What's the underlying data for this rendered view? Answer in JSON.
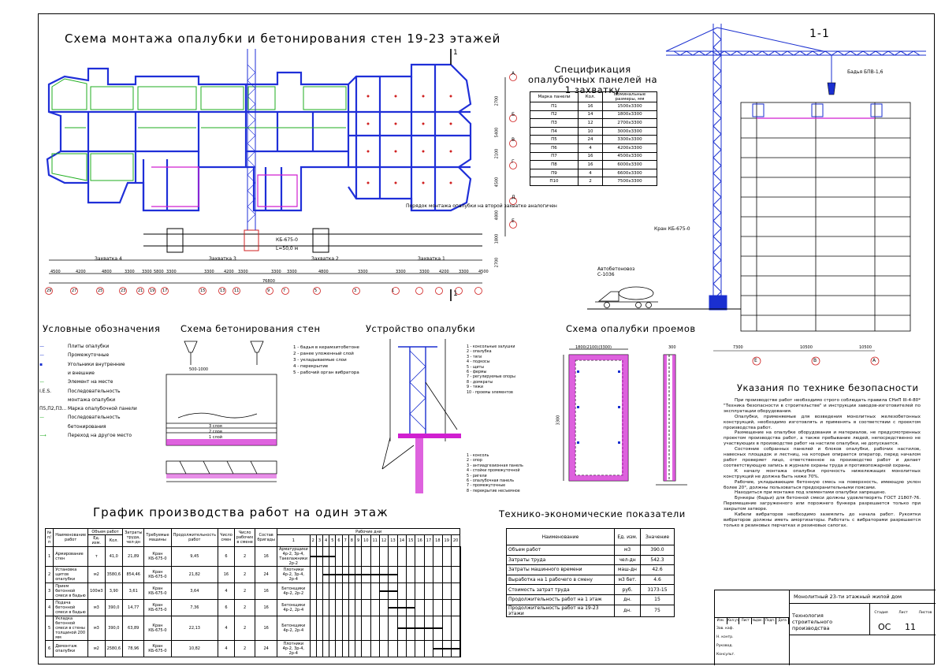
{
  "titles": {
    "main": "Схема монтажа опалубки и бетонирования стен 19-23 этажей",
    "section": "1-1",
    "spec": "Спецификация опалубочных панелей на 1 захватку",
    "legend": "Условные обозначения",
    "concreting": "Схема бетонирования стен",
    "formwork_device": "Устройство опалубки",
    "openings": "Схема опалубки проемов",
    "schedule": "График производства работ на один этаж",
    "tep": "Технико-экономические показатели",
    "safety": "Указания по технике безопасности"
  },
  "plan": {
    "section_mark": "1",
    "crane_label": "КБ-675-0",
    "crane_radius": "L=50,0 м",
    "order_note": "Порядок монтажа опалубки на второй захватке аналогичен",
    "zones": [
      "Захватка 4",
      "Захватка 3",
      "Захватка 2",
      "Захватка 1"
    ],
    "dims": [
      "4500",
      "4200",
      "4800",
      "3300",
      "3300",
      "5800",
      "3300",
      "3300",
      "4200",
      "3300",
      "3300",
      "3300",
      "4800",
      "3300",
      "3300",
      "3300",
      "4200",
      "3300",
      "4500"
    ],
    "total_dim": "76800",
    "axes_bottom": [
      "29",
      "27",
      "25",
      "23",
      "21",
      "19",
      "17",
      "15",
      "13",
      "11",
      "9",
      "7",
      "5",
      "3",
      "1"
    ],
    "axes_right": [
      "А",
      "Б",
      "В",
      "Г",
      "Д",
      "Е"
    ],
    "dims_right": [
      "2700",
      "5400",
      "2100",
      "4500",
      "4800",
      "1800",
      "2700"
    ]
  },
  "spec": {
    "headers": [
      "Марка панели",
      "Кол.",
      "Номинальные размеры, мм"
    ],
    "rows": [
      [
        "П1",
        "16",
        "1500х3300"
      ],
      [
        "П2",
        "14",
        "1800х3300"
      ],
      [
        "П3",
        "12",
        "2700х3300"
      ],
      [
        "П4",
        "10",
        "3000х3300"
      ],
      [
        "П5",
        "24",
        "3300х3300"
      ],
      [
        "П6",
        "4",
        "4200х3300"
      ],
      [
        "П7",
        "16",
        "4500х3300"
      ],
      [
        "П8",
        "16",
        "6000х3300"
      ],
      [
        "П9",
        "4",
        "6600х3300"
      ],
      [
        "П10",
        "2",
        "7500х3300"
      ]
    ]
  },
  "section_view": {
    "bucket": "Бадья БПВ-1,6",
    "crane": "Кран КБ-675-0",
    "mixer": "Автобетоновоз С-1036",
    "dims": [
      "7300",
      "10500",
      "10500"
    ],
    "axes": [
      "Е",
      "В",
      "А"
    ]
  },
  "legend": {
    "items": [
      {
        "sym": "—",
        "text": "Плиты опалубки"
      },
      {
        "sym": "—",
        "text": "Промежуточные"
      },
      {
        "sym": "▪",
        "text": "Угольники внутренние"
      },
      {
        "sym": "",
        "text": "и внешние"
      },
      {
        "sym": "—",
        "text": "Элемент на месте"
      },
      {
        "sym": "I.E.S.",
        "text": "Последовательность"
      },
      {
        "sym": "",
        "text": "монтажа опалубки"
      },
      {
        "sym": "П5,П2,П3...",
        "text": "Марка опалубочной панели"
      },
      {
        "sym": "—",
        "text": "Последовательность"
      },
      {
        "sym": "",
        "text": "бетонирования"
      },
      {
        "sym": "⟶",
        "text": "Переход на другое место"
      }
    ]
  },
  "concreting": {
    "notes": [
      "1 - бадья в керамзитобетоне",
      "2 - ранее уложенный слой",
      "3 - укладываемые слои",
      "4 - перекрытие",
      "5 - рабочий орган вибратора"
    ],
    "layers": [
      "3 слоя",
      "2 слоя",
      "1 слой"
    ],
    "dim": "500-1000"
  },
  "formwork": {
    "top_notes": [
      "1 - консольные залушки",
      "2 - опалубка",
      "3 - тяги",
      "4 - подкосы",
      "5 - щиты",
      "6 - фермы",
      "7 - регулируемые опоры",
      "8 - домкраты",
      "9 - тяжи",
      "10 - проемы элементов"
    ],
    "bottom_notes": [
      "1 - консоль",
      "2 - опор",
      "3 - антиадгезионная панель",
      "4 - стойки промежуточной",
      "5 - ригели",
      "6 - опалубочная панель",
      "7 - промежуточные",
      "8 - перекрытие несъемное"
    ]
  },
  "openings": {
    "dim_top": "1800(2100)(3300)",
    "dim_side": "3300",
    "dim_right": "300"
  },
  "tep": {
    "headers": [
      "Наименование",
      "Ед. изм.",
      "Значение"
    ],
    "rows": [
      [
        "Объем работ",
        "м3",
        "390.0"
      ],
      [
        "Затраты труда",
        "чел-дн",
        "542.3"
      ],
      [
        "Затраты машинного времени",
        "маш-дн",
        "42.6"
      ],
      [
        "Выработка на 1 рабочего в смену",
        "м3 бет.",
        "4.6"
      ],
      [
        "Стоимость затрат труда",
        "руб.",
        "3173-15"
      ],
      [
        "Продолжительность работ на 1 этаж",
        "дн.",
        "15"
      ],
      [
        "Продолжительность работ на 19-23 этажи",
        "дн.",
        "75"
      ]
    ]
  },
  "schedule": {
    "headers": [
      "№ п/п",
      "Наименование работ",
      "Объем работ",
      "Затраты труда, чел-дн",
      "Требуемые машины",
      "Продолжительность работ",
      "Число смен",
      "Число рабочих в смене",
      "Состав бригады",
      "Рабочие дни"
    ],
    "subheaders": [
      "Ед. изм.",
      "Кол."
    ],
    "days": [
      "1",
      "2",
      "3",
      "4",
      "5",
      "6",
      "7",
      "8",
      "9",
      "10",
      "11",
      "12",
      "13",
      "14",
      "15",
      "16",
      "17",
      "18",
      "19",
      "20"
    ],
    "rows": [
      [
        "1",
        "Армирование стен",
        "т",
        "41,0",
        "21,89",
        "Кран КБ-675-0",
        "9,45",
        "6",
        "2",
        "16",
        "Арматурщики 4р-2, 3р-4, Такелажники 2р-2"
      ],
      [
        "2",
        "Установка щитов опалубки",
        "м2",
        "3580,6",
        "854,46",
        "Кран КБ-675-0",
        "21,82",
        "16",
        "2",
        "24",
        "Плотники 4р-2, 3р-4, 2р-4"
      ],
      [
        "3",
        "Прием бетонной смеси в бадью",
        "100м3",
        "3,90",
        "3,61",
        "Кран КБ-675-0",
        "3,64",
        "4",
        "2",
        "16",
        "Бетонщики 4р-2, 2р-2"
      ],
      [
        "4",
        "Подача бетонной смеси в бадью",
        "м3",
        "390,0",
        "14,77",
        "Кран КБ-675-0",
        "7,36",
        "6",
        "2",
        "16",
        "Бетонщики 4р-2, 2р-4"
      ],
      [
        "5",
        "Укладка бетонной смеси в стены толщиной 200 мм",
        "м3",
        "390,0",
        "63,89",
        "Кран КБ-675-0",
        "22,13",
        "4",
        "2",
        "16",
        "Бетонщики 4р-2, 2р-4"
      ],
      [
        "6",
        "Демонтаж опалубки",
        "м2",
        "2580,6",
        "78,96",
        "Кран КБ-675-0",
        "10,82",
        "4",
        "2",
        "24",
        "Плотники 4р-2, 3р-4, 2р-4"
      ]
    ]
  },
  "safety": {
    "paragraphs": [
      "При производстве работ необходимо строго соблюдать правила СНиП III-4-80* \"Техника безопасности в строительстве\" и инструкции заводов-изготовителей по эксплуатации оборудования.",
      "Опалубки, применяемые для возведения монолитных железобетонных конструкций, необходимо изготовлять и применять в соответствии с проектом производства работ.",
      "Размещение на опалубке оборудования и материалов, не предусмотренных проектом производства работ, а также пребывание людей, непосредственно не участвующих в производстве работ на настиле опалубки, не допускается.",
      "Состояние собранных панелей и блоков опалубки, рабочих настилов, навесных площадок и лестниц, на которые опирается оператор, перед началом работ проверяет лицо, ответственное за производство работ и делает соответствующую запись в журнале охраны труда и противопожарной охраны.",
      "К началу монтажа опалубки прочность нижележащих монолитных конструкций не должна быть ниже 70%.",
      "Рабочие, укладывающие бетонную смесь на поверхность, имеющую уклон более 20°, должны пользоваться предохранительными поясами.",
      "Находиться при монтаже под элементами опалубки запрещено.",
      "Бункеры (бадьи) для бетонной смеси должны удовлетворять ГОСТ 21807-76. Перемещение загруженного или порожнего бункера разрешается только при закрытом затворе.",
      "Кабели вибраторов необходимо заземлить до начала работ. Рукоятки вибраторов должны иметь амортизаторы. Работать с вибраторами разрешается только в резиновых перчатках и резиновых сапогах."
    ]
  },
  "title_block": {
    "project": "Монолитный 23-ти этажный жилой дом",
    "sheet_title": "Технология строительного производства",
    "code": "ОС",
    "sheet": "11",
    "cols": [
      "Изм.",
      "Кол.уч",
      "Лист",
      "№док.",
      "Подп.",
      "Дата"
    ],
    "roles": [
      "Зав. каф.",
      "Н. контр.",
      "Руковод.",
      "Консульт."
    ],
    "stage_cols": [
      "Стадия",
      "Лист",
      "Листов"
    ]
  },
  "colors": {
    "plan_blue": "#1f2fd8",
    "formwork_green": "#1fae1f",
    "slab_magenta": "#d01fd0",
    "axis_red": "#d02020",
    "crane_blue": "#1a2fd0"
  }
}
